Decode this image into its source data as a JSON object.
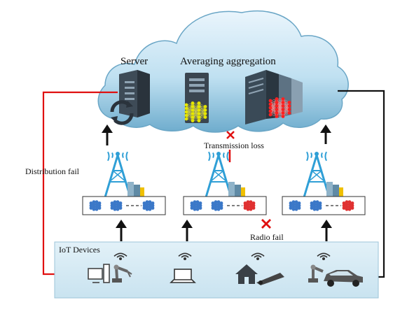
{
  "labels": {
    "server": "Server",
    "aggregation": "Averaging aggregation",
    "transmission_loss": "Transmission loss",
    "distribution_fail": "Distribution fail",
    "radio_fail": "Radio fail",
    "iot_devices": "IoT Devices"
  },
  "colors": {
    "cloud_top": "#e8f3fb",
    "cloud_bottom": "#7fb7d6",
    "cloud_stroke": "#6aa6c6",
    "iot_panel": "#d6ebf5",
    "fail_line": "#e01010",
    "ok_line": "#111111",
    "tower": "#2f9fd6",
    "server_dark": "#3e4b57",
    "neural_yellow": "#e6e600",
    "neural_red": "#ff2020",
    "neural_blue": "#3b78c8"
  },
  "icons": [
    "server-sync-icon",
    "server-rack-icon",
    "server-rack-3d-icon",
    "cell-tower-icon",
    "antenna-icon",
    "pc-icon",
    "robot-arm-icon",
    "laptop-icon",
    "smart-home-icon",
    "car-icon",
    "x-mark-icon",
    "arrow-up-icon",
    "neural-net-icon"
  ]
}
